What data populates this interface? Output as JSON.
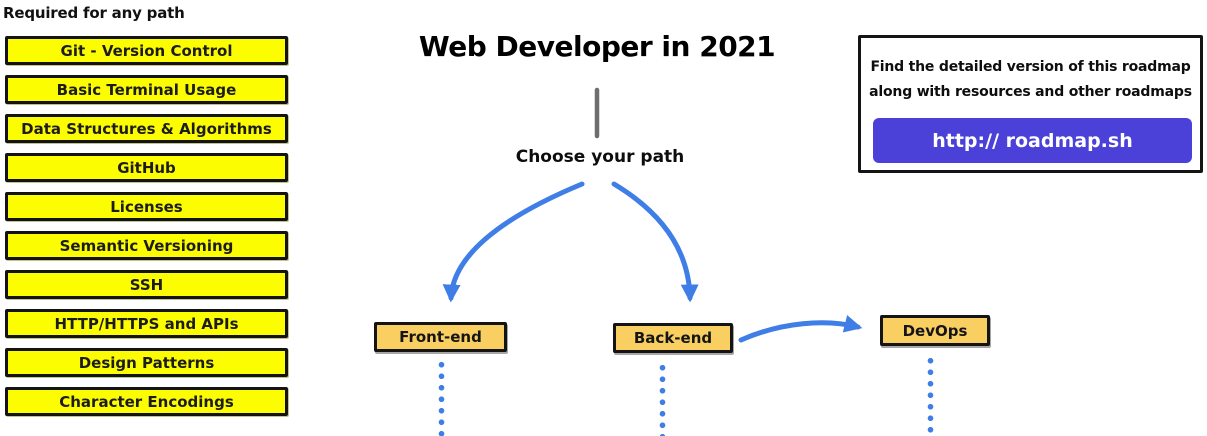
{
  "title": "Web Developer in 2021",
  "choose_path_label": "Choose your path",
  "sidebar": {
    "heading": "Required for any path",
    "items": [
      "Git - Version Control",
      "Basic Terminal Usage",
      "Data Structures & Algorithms",
      "GitHub",
      "Licenses",
      "Semantic Versioning",
      "SSH",
      "HTTP/HTTPS and APIs",
      "Design Patterns",
      "Character Encodings"
    ]
  },
  "path_nodes": {
    "frontend": "Front-end",
    "backend": "Back-end",
    "devops": "DevOps"
  },
  "info_box": {
    "line1": "Find the detailed version of this roadmap",
    "line2": "along with resources and other roadmaps",
    "button_label": "http:// roadmap.sh"
  },
  "colors": {
    "yellow": "#fdfd02",
    "orange": "#f9cf62",
    "blue": "#3e7ee6",
    "indigo": "#4b41d8",
    "gray": "#6e6e6e"
  }
}
